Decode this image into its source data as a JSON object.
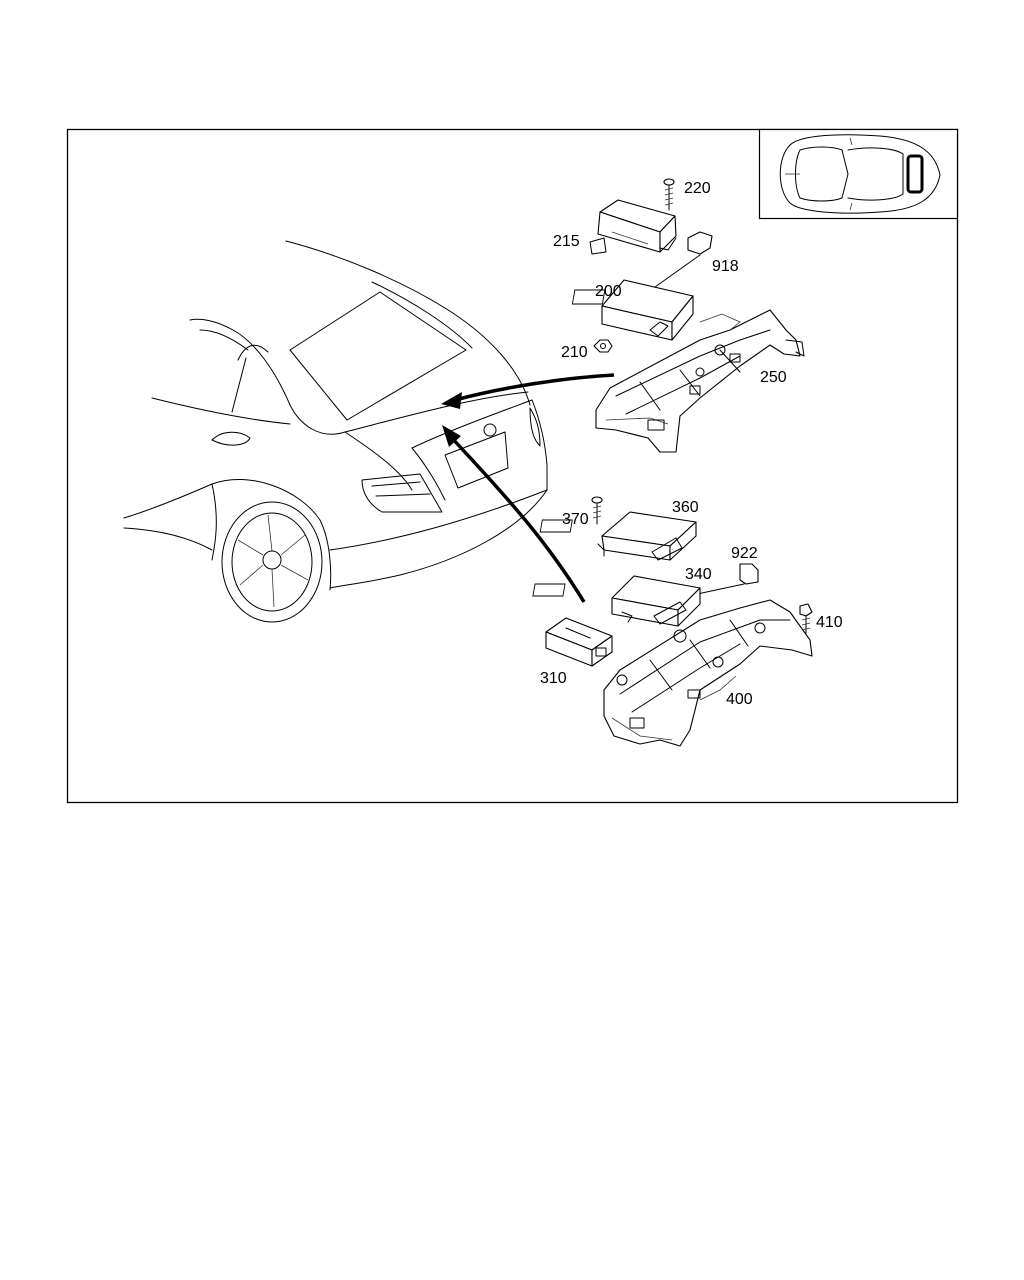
{
  "diagram": {
    "labels": {
      "p200": "200",
      "p210": "210",
      "p215": "215",
      "p220": "220",
      "p250": "250",
      "p310": "310",
      "p340": "340",
      "p360": "360",
      "p370": "370",
      "p400": "400",
      "p410": "410",
      "p918": "918",
      "p922": "922"
    },
    "icons": {
      "locator": "car-top-view-icon",
      "vehicle": "sedan-rear-view-icon"
    },
    "colors": {
      "line": "#000000",
      "background": "#ffffff"
    }
  }
}
